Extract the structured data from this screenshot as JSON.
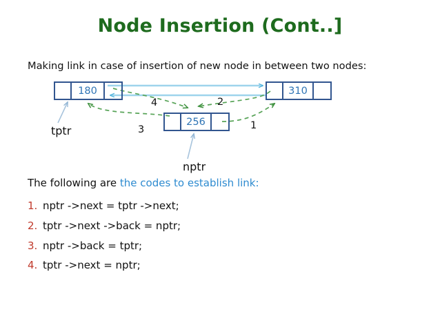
{
  "slide": {
    "title": "Node Insertion (Cont..]",
    "subtitle": "Making link in case of insertion of new node in between two nodes:"
  },
  "diagram": {
    "nodes": [
      {
        "id": "tptr-node",
        "value": "180"
      },
      {
        "id": "right-node",
        "value": "310"
      },
      {
        "id": "new-node",
        "value": "256"
      }
    ],
    "pointer_labels": [
      {
        "name": "tptr",
        "text": "tptr"
      },
      {
        "name": "nptr",
        "text": "nptr"
      }
    ],
    "step_numbers": [
      "1",
      "2",
      "3",
      "4"
    ],
    "colors": {
      "node_border": "#31558f",
      "node_value": "#2e74b5",
      "existing_link_arrow": "#9ed4ec",
      "new_link_arrow": "#4d9b4d",
      "pointer_arrow": "#a8c4dd"
    }
  },
  "codes": {
    "intro_plain": "The following are ",
    "intro_accent": "the codes to establish link:",
    "items": [
      {
        "num": "1.",
        "code": "nptr ->next = tptr ->next;"
      },
      {
        "num": "2.",
        "code": "tptr ->next ->back = nptr;"
      },
      {
        "num": "3.",
        "code": "nptr ->back = tptr;"
      },
      {
        "num": "4.",
        "code": "tptr ->next = nptr;"
      }
    ]
  },
  "theme": {
    "title_color": "#1e6b1e",
    "accent_color": "#2e8bd0",
    "number_color": "#c0392b",
    "background": "#ffffff"
  }
}
